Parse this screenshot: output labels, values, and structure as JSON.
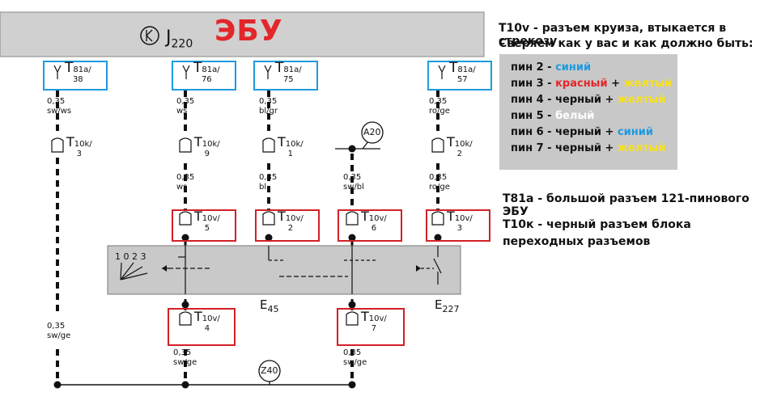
{
  "header": {
    "ecu_title": "ЭБУ",
    "component_id": "J",
    "component_num": "220"
  },
  "notes": {
    "line1": "T10v - разъем круиза, втыкается в стрекозу",
    "line2": "Сверяем как у вас и как должно быть:",
    "t81a": "T81a - большой разъем 121-пинового ЭБУ",
    "t10k_1": "T10к - черный разъем блока",
    "t10k_2": "переходных разъемов"
  },
  "pin_box": {
    "bg_color": "#c8c8c8",
    "rows": [
      {
        "prefix": "пин 2 - ",
        "parts": [
          {
            "text": "синий",
            "color": "#1e9be0"
          }
        ]
      },
      {
        "prefix": "пин 3 - ",
        "parts": [
          {
            "text": "красный",
            "color": "#e3262a"
          },
          {
            "text": " + ",
            "color": "#111111"
          },
          {
            "text": "желтый",
            "color": "#f8e11a"
          }
        ]
      },
      {
        "prefix": "пин 4 - черный + ",
        "parts": [
          {
            "text": "желтый",
            "color": "#f8e11a"
          }
        ]
      },
      {
        "prefix": "пин 5 - ",
        "parts": [
          {
            "text": "белый",
            "color": "#ffffff"
          }
        ]
      },
      {
        "prefix": "пин 6 - черный + ",
        "parts": [
          {
            "text": "синий",
            "color": "#1e9be0"
          }
        ]
      },
      {
        "prefix": "пин 7 - черный + ",
        "parts": [
          {
            "text": "желтый",
            "color": "#f8e11a"
          }
        ]
      }
    ]
  },
  "t81a_connectors": [
    {
      "name": "T",
      "sub": "81a/",
      "pin": "38"
    },
    {
      "name": "T",
      "sub": "81a/",
      "pin": "76"
    },
    {
      "name": "T",
      "sub": "81a/",
      "pin": "75"
    },
    {
      "name": "T",
      "sub": "81a/",
      "pin": "57"
    }
  ],
  "t10k_connectors": [
    {
      "name": "T",
      "sub": "10k/",
      "pin": "3"
    },
    {
      "name": "T",
      "sub": "10k/",
      "pin": "9"
    },
    {
      "name": "T",
      "sub": "10k/",
      "pin": "1"
    },
    {
      "name": "T",
      "sub": "10k/",
      "pin": "2"
    }
  ],
  "t10v_upper": [
    {
      "name": "T",
      "sub": "10v/",
      "pin": "5"
    },
    {
      "name": "T",
      "sub": "10v/",
      "pin": "2"
    },
    {
      "name": "T",
      "sub": "10v/",
      "pin": "6"
    },
    {
      "name": "T",
      "sub": "10v/",
      "pin": "3"
    }
  ],
  "t10v_lower": [
    {
      "name": "T",
      "sub": "10v/",
      "pin": "4"
    },
    {
      "name": "T",
      "sub": "10v/",
      "pin": "7"
    }
  ],
  "wires": {
    "upper": [
      {
        "gauge": "0,35",
        "color": "sw/ws"
      },
      {
        "gauge": "0,35",
        "color": "ws"
      },
      {
        "gauge": "0,35",
        "color": "bl/gr"
      },
      {
        "gauge": "0,35",
        "color": "ro/ge"
      }
    ],
    "middle": [
      {
        "gauge": "0,35",
        "color": "ws"
      },
      {
        "gauge": "0,35",
        "color": "bl"
      },
      {
        "gauge": "0,35",
        "color": "sw/bl"
      },
      {
        "gauge": "0,35",
        "color": "ro/ge"
      }
    ],
    "lower": [
      {
        "gauge": "0,35",
        "color": "sw/ge"
      },
      {
        "gauge": "0,35",
        "color": "sw/ge"
      },
      {
        "gauge": "0,35",
        "color": "sw/ge"
      }
    ]
  },
  "switches": {
    "e45": {
      "name": "E",
      "num": "45"
    },
    "e227": {
      "name": "E",
      "num": "227"
    },
    "positions": "1 0 2 3"
  },
  "ground_points": {
    "a20": "A20",
    "z40": "Z40"
  },
  "colors": {
    "highlight_blue": "#1e9be0",
    "highlight_red": "#d32027",
    "ecu_bar": "#d0d0d0",
    "switch_block": "#c9c9c9"
  }
}
